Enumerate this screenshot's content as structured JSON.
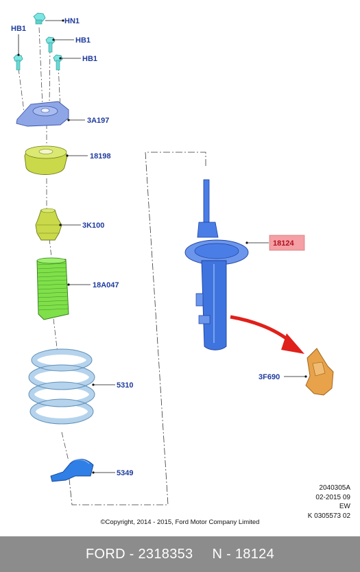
{
  "parts": {
    "hn1": "HN1",
    "hb1_left": "HB1",
    "hb1_mid": "HB1",
    "hb1_right": "HB1",
    "mount": "3A197",
    "bearing": "18198",
    "bump_stop": "3K100",
    "dust_boot": "18A047",
    "spring": "5310",
    "spring_seat": "5349",
    "strut": "18124",
    "bracket": "3F690"
  },
  "meta": {
    "line1": "2040305A",
    "line2": "02-2015 09",
    "line3": "EW",
    "line4": "K 0305573 02"
  },
  "copyright": "©Copyright, 2014 - 2015, Ford Motor Company Limited",
  "footer": {
    "left": "FORD - 2318353",
    "right": "N - 18124"
  },
  "colors": {
    "label_text": "#1d3a9c",
    "highlight_fill": "#f4a0a4",
    "mount_blue": "#8fa6e6",
    "bearing_yellow": "#c9d94a",
    "boot_green": "#7fe04a",
    "spring_blue": "#b5d3ec",
    "strut_blue": "#4a7ee6",
    "bracket_orange": "#e8a24a",
    "arrow_red": "#e0201a",
    "footer_bg": "#8c8c8c"
  }
}
